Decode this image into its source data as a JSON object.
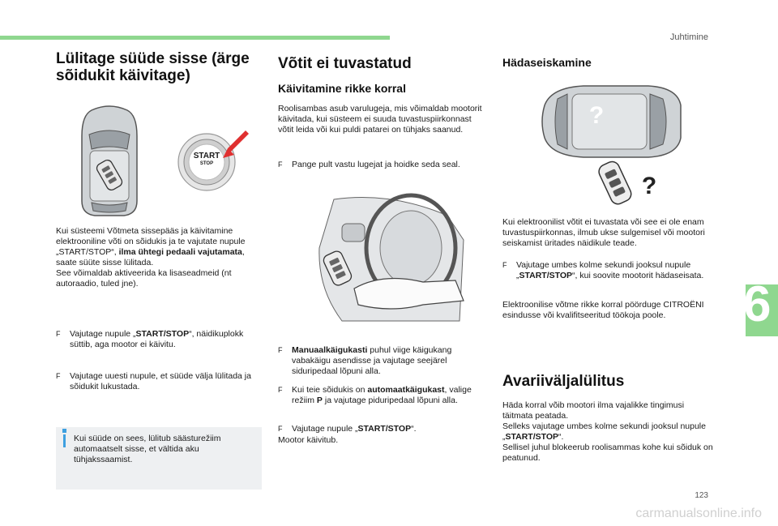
{
  "header": {
    "section": "Juhtimine",
    "page_number": "123",
    "chapter": "6"
  },
  "col1": {
    "title_line1": "Lülitage süüde sisse (ärge",
    "title_line2": "sõidukit käivitage)",
    "button_text_line1": "START",
    "button_text_line2": "STOP",
    "para1_a": "Kui süsteemi Võtmeta sissepääs ja käivitamine elektrooniline võti on sõidukis ja te vajutate nupule „START/STOP“, ",
    "para1_b": "ilma ühtegi pedaali vajutamata",
    "para1_c": ", saate süüte sisse lülitada.",
    "para1_d": "See võimaldab aktiveerida ka lisaseadmeid (nt autoraadio, tuled jne).",
    "bullet1_a": "Vajutage nupule „",
    "bullet1_b": "START/STOP",
    "bullet1_c": "“, näidikuplokk süttib, aga mootor ei käivitu.",
    "bullet2": "Vajutage uuesti nupule, et süüde välja lülitada ja sõidukit lukustada.",
    "info": "Kui süüde on sees, lülitub säästurežiim automaatselt sisse, et vältida aku tühjakssaamist."
  },
  "col2": {
    "title": "Võtit ei tuvastatud",
    "subtitle": "Käivitamine rikke korral",
    "para": "Roolisambas asub varulugeja, mis võimaldab mootorit käivitada, kui süsteem ei suuda tuvastuspiirkonnast võtit leida või kui puldi patarei on tühjaks saanud.",
    "bullet1": "Pange pult vastu lugejat ja hoidke seda seal.",
    "bullet2_a": "Manuaalkäigukasti",
    "bullet2_b": " puhul viige käigukang vabakäigu asendisse ja vajutage seejärel siduripedaal lõpuni alla.",
    "bullet3_a": "Kui teie sõidukis on ",
    "bullet3_b": "automaatkäigukast",
    "bullet3_c": ", valige režiim ",
    "bullet3_d": "P",
    "bullet3_e": " ja vajutage piduripedaal lõpuni alla.",
    "bullet4_a": "Vajutage nupule „",
    "bullet4_b": "START/STOP",
    "bullet4_c": "“.",
    "bullet4_d": "Mootor käivitub."
  },
  "col3": {
    "title1": "Hädaseiskamine",
    "question_mark": "?",
    "para_a": "Kui elektroonilist võtit ei tuvastata või see ei ole enam tuvastuspiirkonnas, ilmub ukse sulgemisel või mootori seiskamist üritades näidikule teade.",
    "bullet_a": "Vajutage umbes kolme sekundi jooksul nupule „",
    "bullet_b": "START/STOP",
    "bullet_c": "“, kui soovite mootorit hädaseisata.",
    "para_b": "Elektroonilise võtme rikke korral pöörduge CITROËNI esindusse või kvalifitseeritud töökoja poole.",
    "title2": "Avariiväljalülitus",
    "para_c1": "Häda korral võib mootori ilma vajalikke tingimusi täitmata peatada.",
    "para_c2a": "Selleks vajutage umbes kolme sekundi jooksul nupule „",
    "para_c2b": "START/STOP",
    "para_c2c": "“.",
    "para_c3": "Sellisel juhul blokeerub roolisammas kohe kui sõiduk on peatunud."
  },
  "watermark": "carmanualsonline.info",
  "colors": {
    "accent_green": "#8fd78f",
    "info_blue": "#3ea0e0",
    "info_bg": "#eef0f2",
    "start_red": "#e03030"
  },
  "icons": {
    "bullet": "F"
  }
}
